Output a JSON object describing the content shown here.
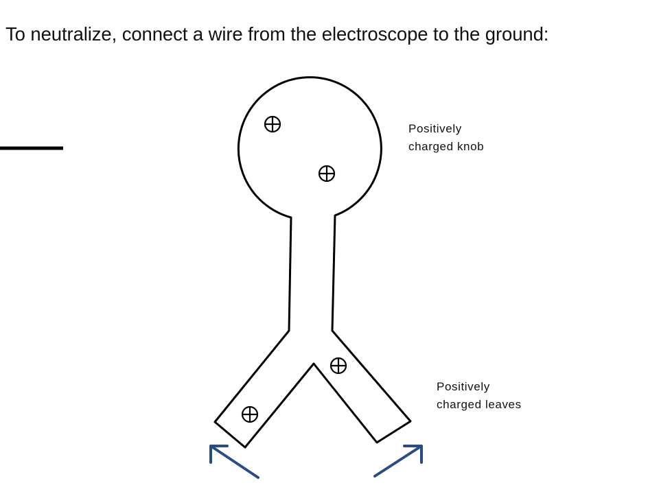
{
  "title": "To neutralize, connect a wire from the electroscope to the ground:",
  "labels": {
    "knob": [
      "Positively",
      "charged knob"
    ],
    "leaves": [
      "Positively",
      "charged leaves"
    ]
  },
  "charge_symbol": "plus-in-circle",
  "colors": {
    "outline": "#000000",
    "arrow": "#2a4d7f",
    "text": "#111111"
  }
}
